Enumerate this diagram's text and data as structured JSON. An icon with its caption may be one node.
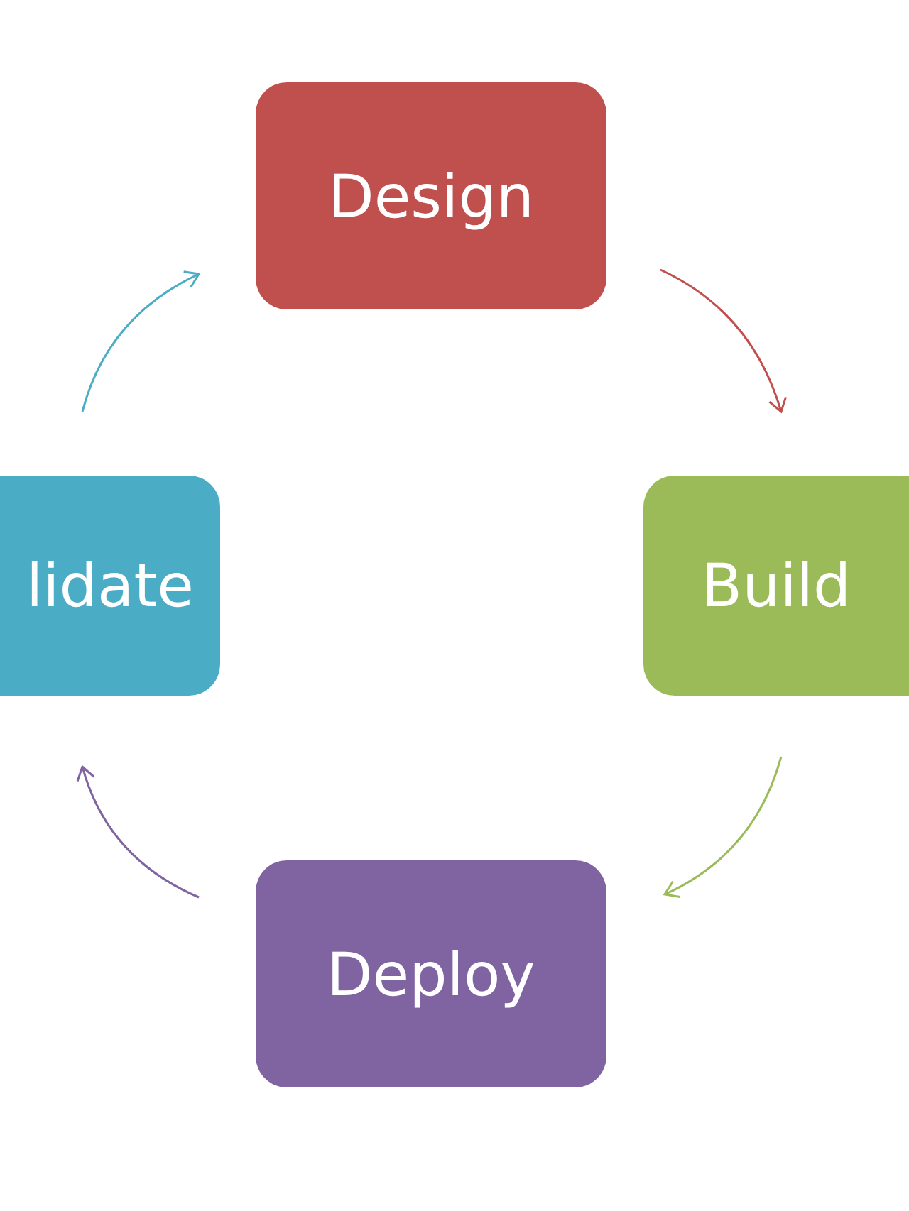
{
  "diagram": {
    "nodes": [
      {
        "text": [
          "Design"
        ]
      },
      {
        "text": [
          "Build"
        ]
      },
      {
        "text": [
          "Deploy"
        ]
      },
      {
        "text": [
          "lidate"
        ]
      }
    ],
    "edges": [
      {
        "from": 0,
        "to": 1,
        "arrow": "to",
        "color": "#c0504d"
      },
      {
        "from": 1,
        "to": 2,
        "arrow": "to",
        "color": "#9bbb59"
      },
      {
        "from": 2,
        "to": 3,
        "arrow": "to",
        "color": "#8064a2"
      },
      {
        "from": 3,
        "to": 0,
        "arrow": "to",
        "color": "#4bacc6"
      }
    ]
  }
}
